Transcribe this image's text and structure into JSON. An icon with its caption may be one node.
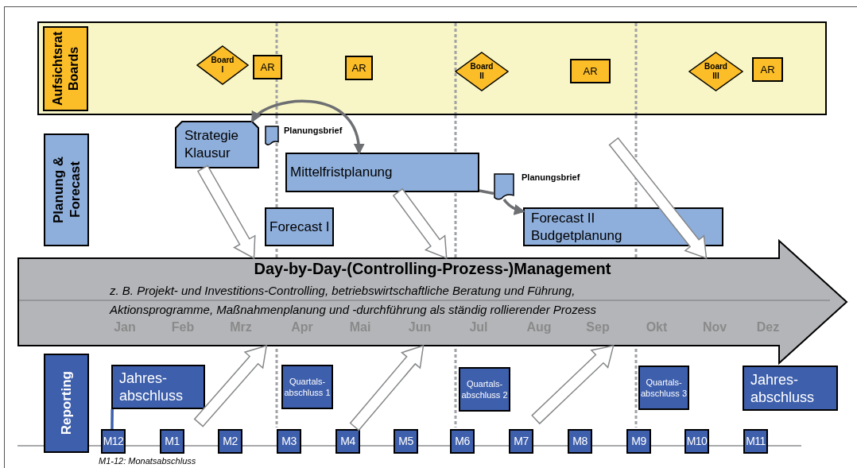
{
  "diagram": {
    "nodes": [
      {
        "text": [],
        "shape": "box"
      },
      {
        "text": [
          "Aufsichtsrat Boards"
        ],
        "in": 0
      },
      {
        "text": [
          "Board I"
        ],
        "in": 0
      },
      {
        "text": [
          "AR"
        ],
        "in": 0
      },
      {
        "text": [
          "AR"
        ],
        "in": 0
      },
      {
        "text": [
          "Board II"
        ],
        "in": 0
      },
      {
        "text": [
          "AR"
        ],
        "in": 0
      },
      {
        "text": [
          "Board III"
        ],
        "in": 0
      },
      {
        "text": [
          "AR"
        ],
        "in": 0
      },
      {
        "text": [
          "Planung & Forecast"
        ]
      },
      {
        "text": [
          "Strategie Klausur"
        ]
      },
      {
        "text": [],
        "shape": "document",
        "beside": [
          "Planungsbrief"
        ]
      },
      {
        "text": [
          "Mittelfristplanung"
        ]
      },
      {
        "text": [],
        "shape": "document",
        "beside": [
          "Planungsbrief"
        ]
      },
      {
        "text": [
          "Forecast I"
        ]
      },
      {
        "text": [
          "Forecast II Budgetplanung"
        ]
      },
      {
        "text": [
          "Day-by-Day-(Controlling-Prozess-)Management",
          "z. B. Projekt- und Investitions-Controlling, betriebswirtschaftliche Beratung und Führung, Aktionsprogramme, Maßnahmenplanung und -durchführung als ständig rollierender Prozess"
        ]
      },
      {
        "text": [
          "Reporting"
        ]
      },
      {
        "text": [
          "Jahres- abschluss"
        ]
      },
      {
        "text": [
          "Quartals- abschluss 1"
        ]
      },
      {
        "text": [
          "Quartals- abschluss 2"
        ]
      },
      {
        "text": [
          "Quartals- abschluss 3"
        ]
      },
      {
        "text": [
          "Jahres- abschluss"
        ]
      },
      {
        "text": [
          "M12"
        ]
      },
      {
        "text": [
          "M1"
        ]
      },
      {
        "text": [
          "M2"
        ]
      },
      {
        "text": [
          "M3"
        ]
      },
      {
        "text": [
          "M4"
        ]
      },
      {
        "text": [
          "M5"
        ]
      },
      {
        "text": [
          "M6"
        ]
      },
      {
        "text": [
          "M7"
        ]
      },
      {
        "text": [
          "M8"
        ]
      },
      {
        "text": [
          "M9"
        ]
      },
      {
        "text": [
          "M10"
        ]
      },
      {
        "text": [
          "M11"
        ]
      }
    ],
    "edges": [
      {
        "from": 10,
        "to": 12,
        "arrow": "both"
      },
      {
        "from": 12,
        "to": 13,
        "arrow": "none"
      },
      {
        "from": 13,
        "to": 15,
        "arrow": "to"
      },
      {
        "from": 10,
        "to": 16,
        "arrow": "to",
        "style": "thick"
      },
      {
        "from": 12,
        "to": 16,
        "arrow": "to",
        "style": "thick"
      },
      {
        "from": null,
        "to": 16,
        "arrow": "to",
        "style": "thick"
      },
      {
        "from": null,
        "to": 16,
        "arrow": "to",
        "style": "thick"
      },
      {
        "from": null,
        "to": 16,
        "arrow": "to",
        "style": "thick"
      },
      {
        "from": null,
        "to": 16,
        "arrow": "to",
        "style": "thick"
      },
      {
        "from": 18,
        "to": 23,
        "arrow": "none",
        "color": "#3e5fac"
      }
    ],
    "labels": [
      "Jan",
      "Feb",
      "Mrz",
      "Apr",
      "Mai",
      "Jun",
      "Jul",
      "Aug",
      "Sep",
      "Okt",
      "Nov",
      "Dez",
      "M1-12: Monatsabschluss"
    ]
  }
}
